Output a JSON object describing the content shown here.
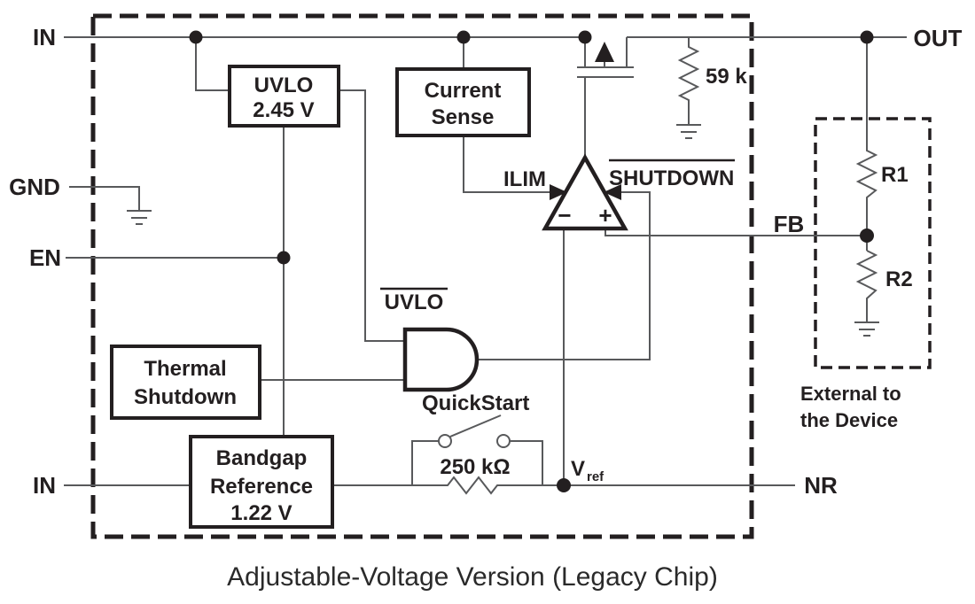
{
  "caption": "Adjustable-Voltage Version (Legacy Chip)",
  "pins": {
    "in_top": "IN",
    "gnd": "GND",
    "en": "EN",
    "in_bottom": "IN",
    "out": "OUT",
    "fb": "FB",
    "nr": "NR"
  },
  "blocks": {
    "uvlo": {
      "line1": "UVLO",
      "line2": "2.45 V"
    },
    "current_sense": {
      "line1": "Current",
      "line2": "Sense"
    },
    "thermal": {
      "line1": "Thermal",
      "line2": "Shutdown"
    },
    "bandgap": {
      "line1": "Bandgap",
      "line2": "Reference",
      "line3": "1.22 V"
    }
  },
  "labels": {
    "uvlo_bar": "UVLO",
    "shutdown_bar": "SHUTDOWN",
    "ilim": "ILIM",
    "quickstart": "QuickStart",
    "r_quickstart": "250 kΩ",
    "vref_v": "V",
    "vref_sub": "ref",
    "r_pulldown": "59 k",
    "r1": "R1",
    "r2": "R2",
    "external_1": "External to",
    "external_2": "the Device",
    "minus": "−",
    "plus": "+"
  },
  "colors": {
    "background": "#ffffff",
    "wire": "#58595b",
    "ink": "#231f20"
  }
}
